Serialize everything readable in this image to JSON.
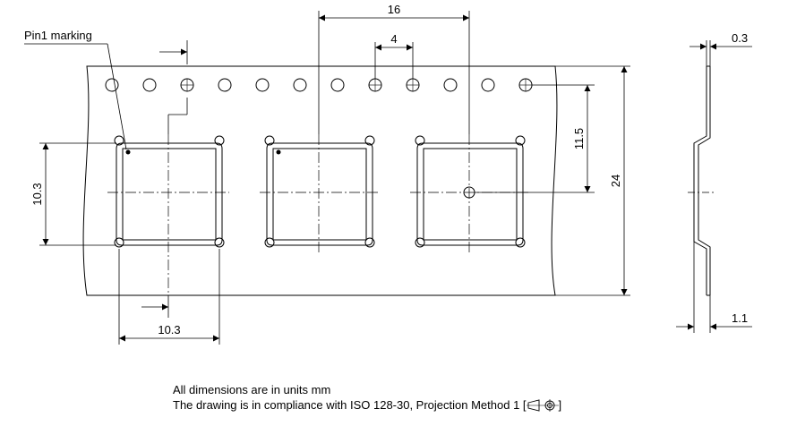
{
  "labels": {
    "pin1_marking": "Pin1 marking",
    "pitch": "16",
    "hole_pitch": "4",
    "pocket_height": "10.3",
    "pocket_width": "10.3",
    "hole_to_pocket_center": "11.5",
    "tape_width": "24",
    "tape_thickness": "0.3",
    "pocket_depth": "1.1"
  },
  "notes": {
    "line1": "All dimensions are in units mm",
    "line2_prefix": "The drawing is in compliance with ISO 128-30, Projection Method 1 [",
    "line2_suffix": "]"
  }
}
